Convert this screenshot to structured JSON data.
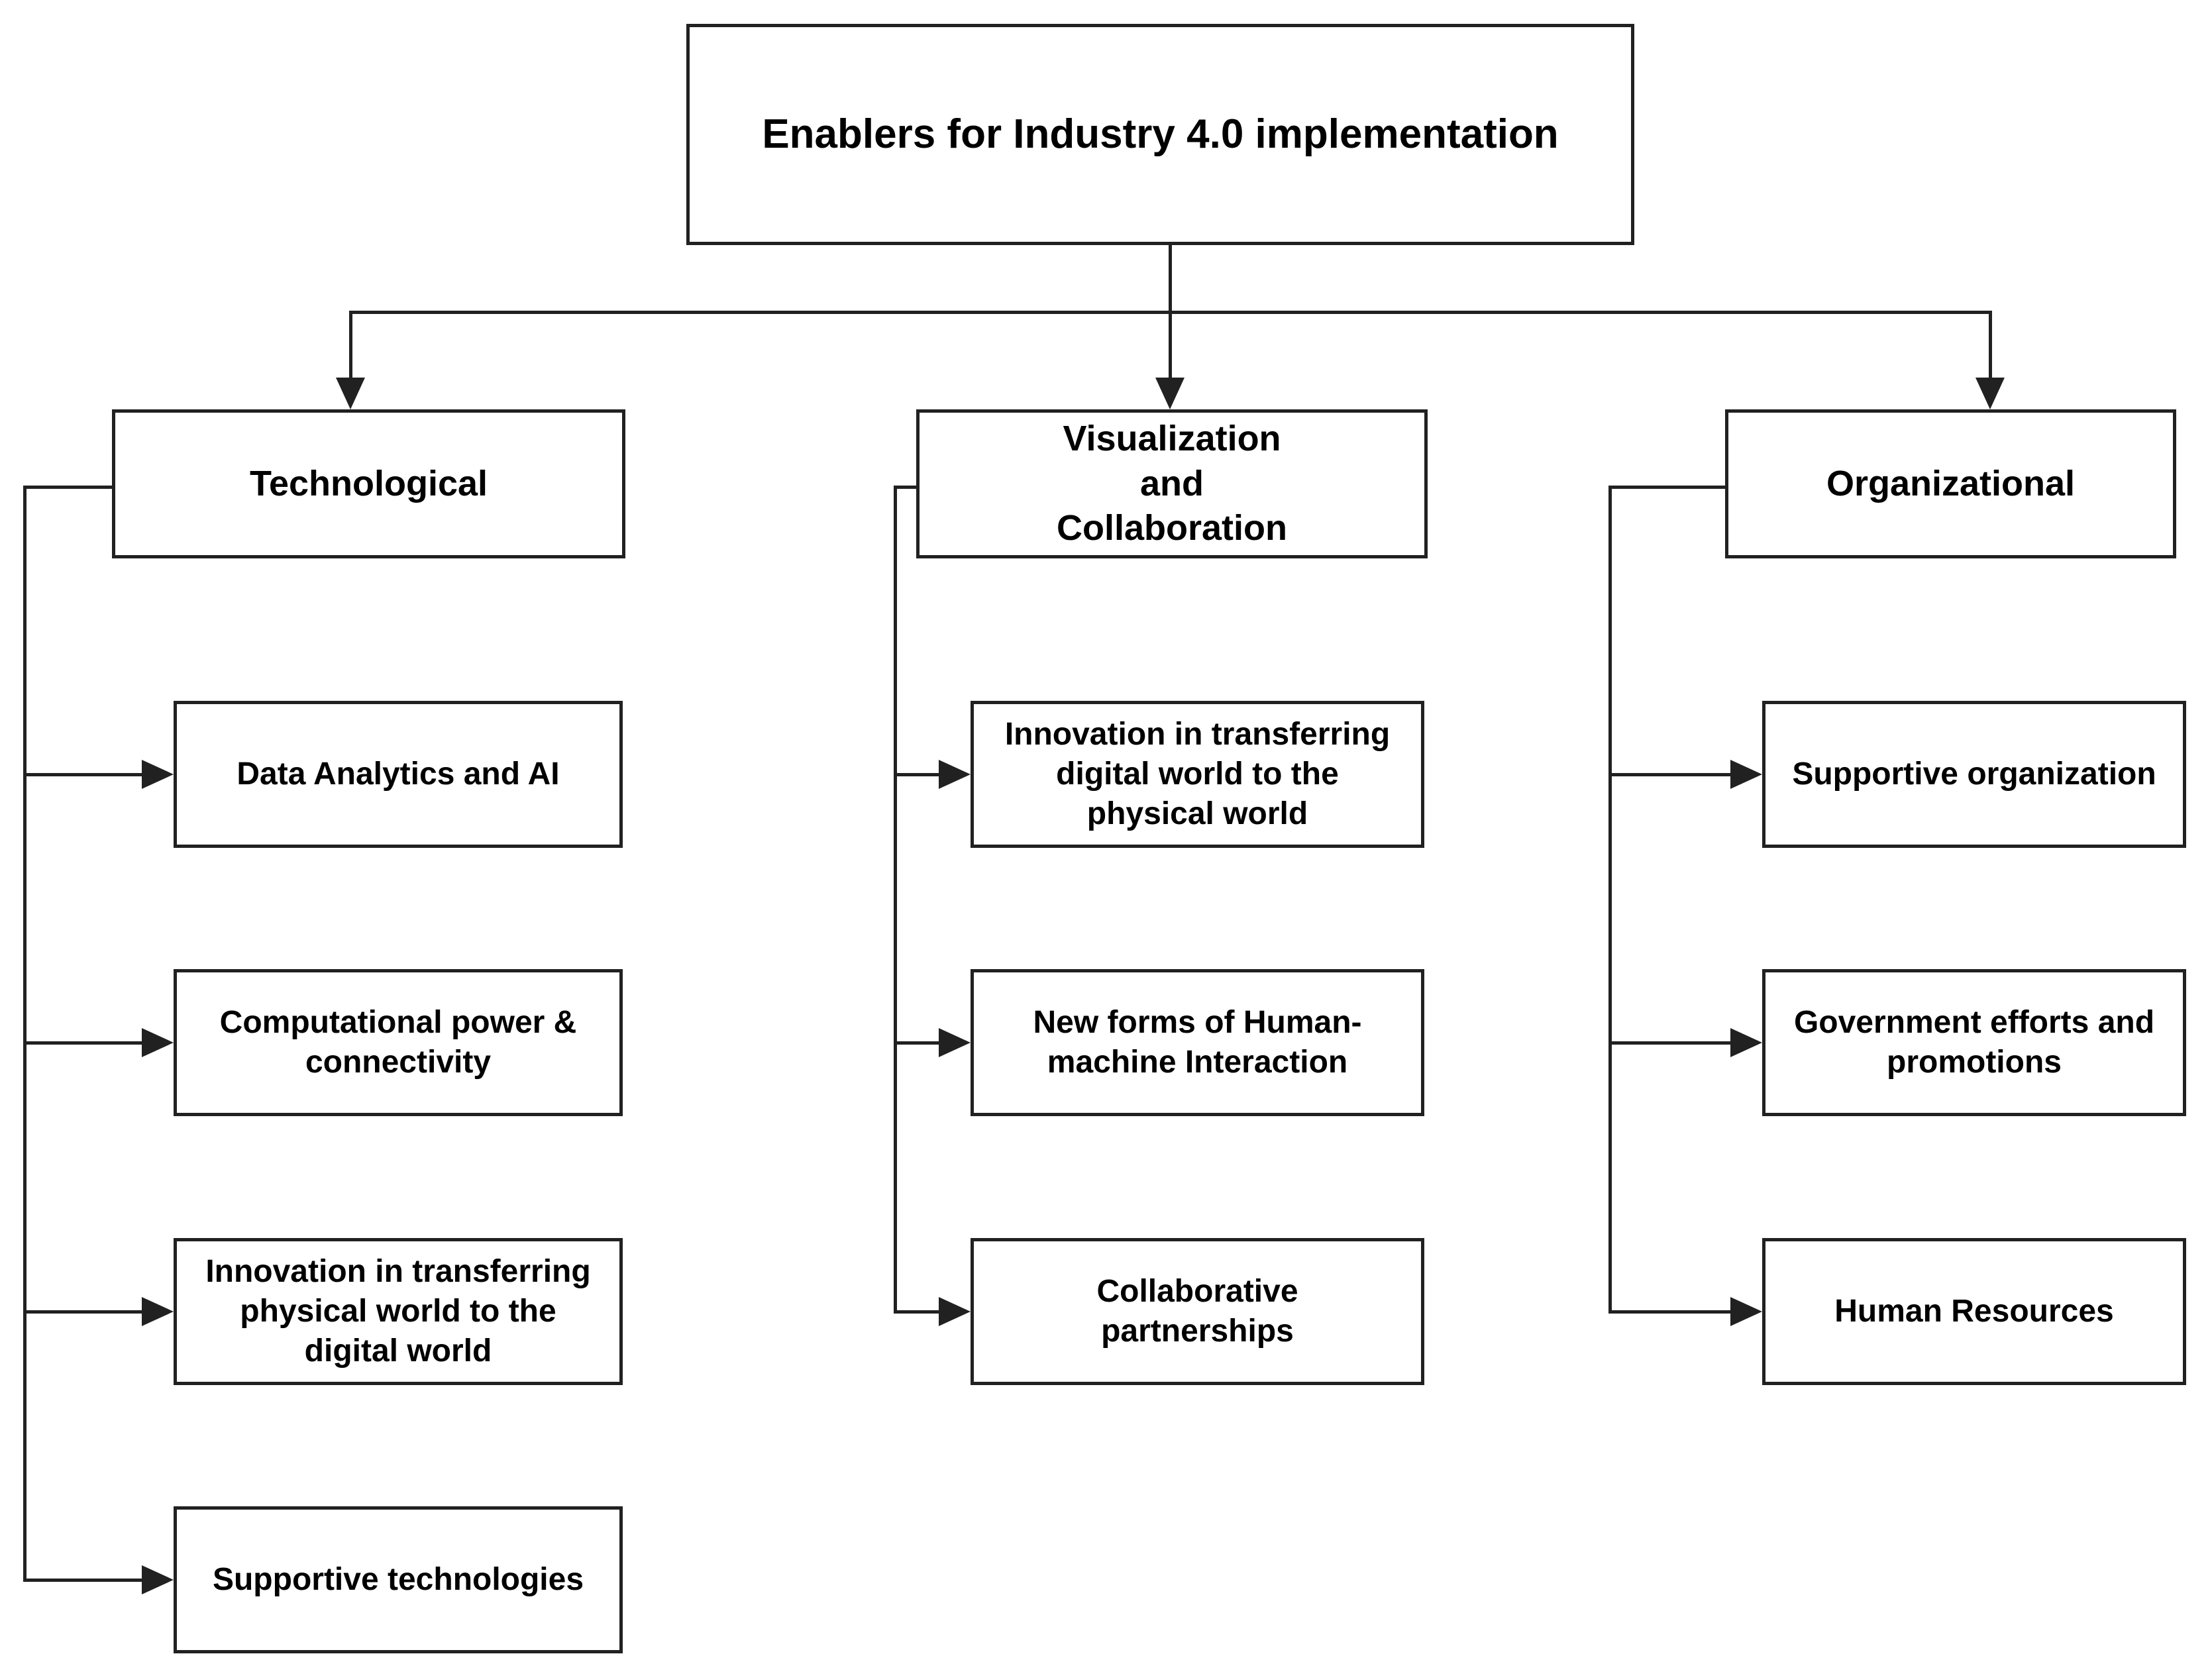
{
  "page": {
    "background": "#ffffff"
  },
  "colors": {
    "box_border": "#212121",
    "connector_line": "#212121",
    "text": "#000000",
    "box_fill": "#ffffff"
  },
  "diagram": {
    "type": "hierarchy-flowchart",
    "root": {
      "label": "Enablers for Industry 4.0 implementation"
    },
    "branches": [
      {
        "label": "Technological",
        "children": [
          {
            "label": "Data Analytics and AI"
          },
          {
            "label": "Computational power &\nconnectivity"
          },
          {
            "label": "Innovation in transferring\nphysical world to the\ndigital world"
          },
          {
            "label": "Supportive technologies"
          }
        ]
      },
      {
        "label": "Visualization\nand\nCollaboration",
        "children": [
          {
            "label": "Innovation in transferring\ndigital world to the\nphysical world"
          },
          {
            "label": "New forms of Human-\nmachine Interaction"
          },
          {
            "label": "Collaborative\npartnerships"
          }
        ]
      },
      {
        "label": "Organizational",
        "children": [
          {
            "label": "Supportive organization"
          },
          {
            "label": "Government efforts and\npromotions"
          },
          {
            "label": "Human Resources"
          }
        ]
      }
    ]
  }
}
